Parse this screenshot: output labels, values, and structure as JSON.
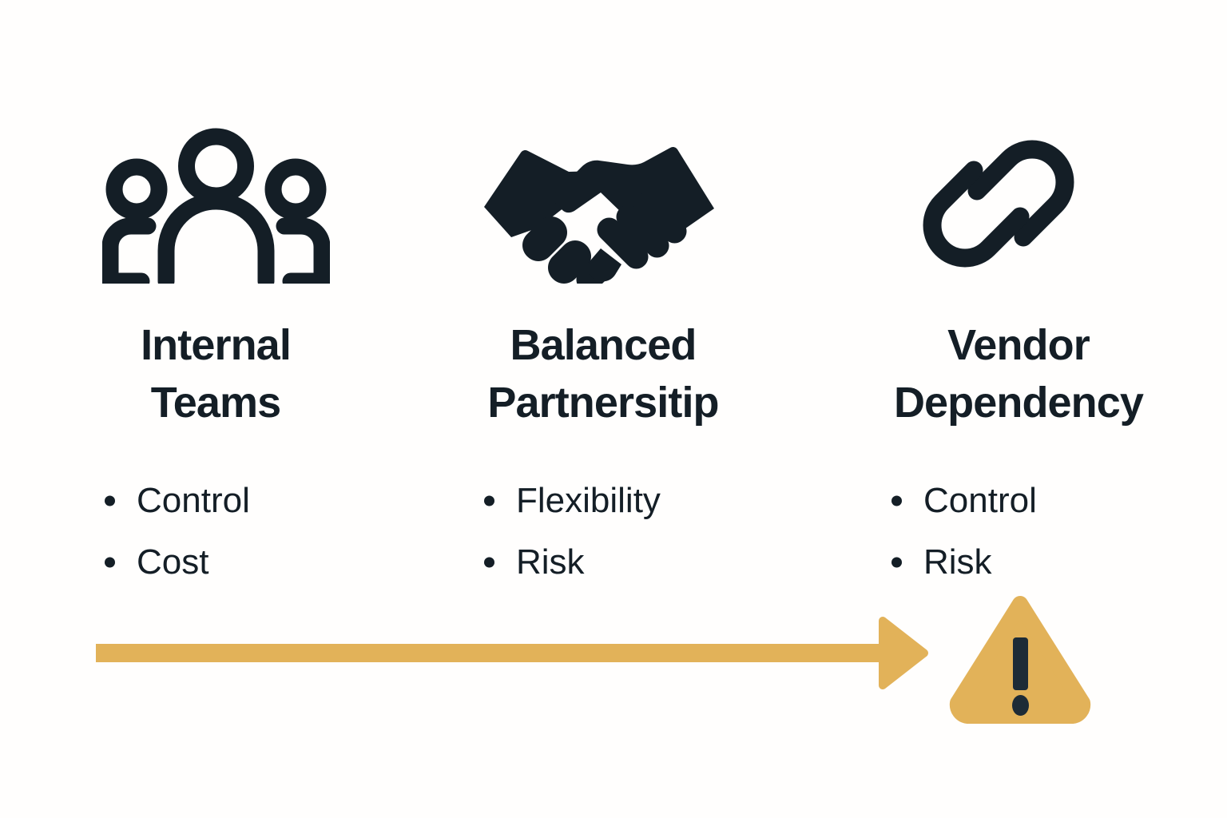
{
  "theme": {
    "background": "#FFFEFD",
    "ink": "#141E26",
    "accent": "#E2B259"
  },
  "columns": [
    {
      "icon": "people-group-icon",
      "heading": "Internal\nTeams",
      "bullets": [
        "Control",
        "Cost"
      ]
    },
    {
      "icon": "handshake-icon",
      "heading": "Balanced\nPartnersitip",
      "bullets": [
        "Flexibility",
        "Risk"
      ]
    },
    {
      "icon": "chain-link-icon",
      "heading": "Vendor\nDependency",
      "bullets": [
        "Control",
        "Risk"
      ]
    }
  ],
  "progression": {
    "arrow": "right-arrow-icon",
    "arrow_direction": "left-to-right",
    "end_marker": "warning-triangle-icon",
    "end_marker_symbol": "!"
  }
}
